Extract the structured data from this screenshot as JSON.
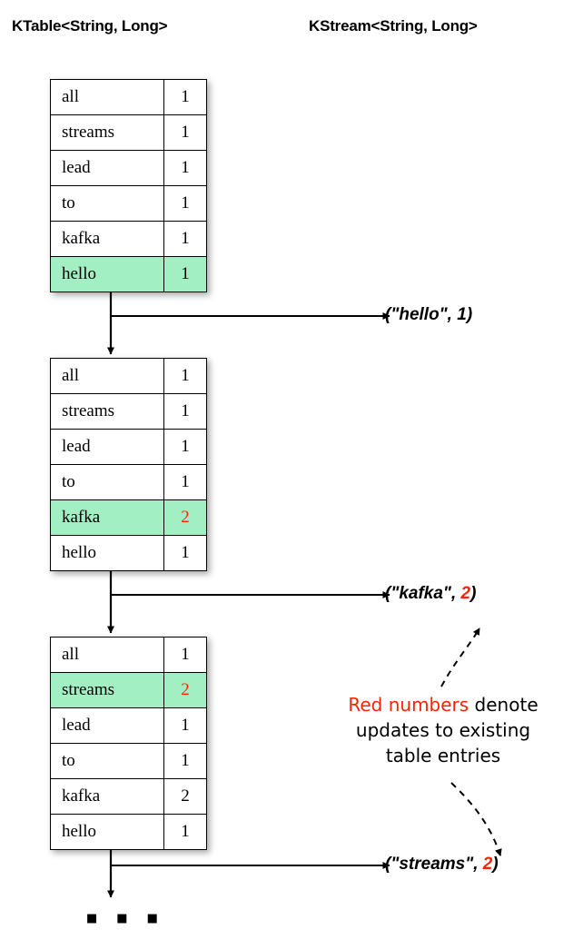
{
  "headers": {
    "ktable": "KTable<String, Long>",
    "kstream": "KStream<String, Long>"
  },
  "columns": [
    "key",
    "value"
  ],
  "tables": [
    {
      "id": "table-1",
      "rows": [
        {
          "key": "all",
          "value": "1",
          "highlight": false,
          "value_red": false
        },
        {
          "key": "streams",
          "value": "1",
          "highlight": false,
          "value_red": false
        },
        {
          "key": "lead",
          "value": "1",
          "highlight": false,
          "value_red": false
        },
        {
          "key": "to",
          "value": "1",
          "highlight": false,
          "value_red": false
        },
        {
          "key": "kafka",
          "value": "1",
          "highlight": false,
          "value_red": false
        },
        {
          "key": "hello",
          "value": "1",
          "highlight": true,
          "value_red": false
        }
      ]
    },
    {
      "id": "table-2",
      "rows": [
        {
          "key": "all",
          "value": "1",
          "highlight": false,
          "value_red": false
        },
        {
          "key": "streams",
          "value": "1",
          "highlight": false,
          "value_red": false
        },
        {
          "key": "lead",
          "value": "1",
          "highlight": false,
          "value_red": false
        },
        {
          "key": "to",
          "value": "1",
          "highlight": false,
          "value_red": false
        },
        {
          "key": "kafka",
          "value": "2",
          "highlight": true,
          "value_red": true
        },
        {
          "key": "hello",
          "value": "1",
          "highlight": false,
          "value_red": false
        }
      ]
    },
    {
      "id": "table-3",
      "rows": [
        {
          "key": "all",
          "value": "1",
          "highlight": false,
          "value_red": false
        },
        {
          "key": "streams",
          "value": "2",
          "highlight": true,
          "value_red": true
        },
        {
          "key": "lead",
          "value": "1",
          "highlight": false,
          "value_red": false
        },
        {
          "key": "to",
          "value": "1",
          "highlight": false,
          "value_red": false
        },
        {
          "key": "kafka",
          "value": "2",
          "highlight": false,
          "value_red": false
        },
        {
          "key": "hello",
          "value": "1",
          "highlight": false,
          "value_red": false
        }
      ]
    }
  ],
  "records": [
    {
      "id": "rec-1",
      "prefix": "(\"hello\", ",
      "number": "1",
      "suffix": ")",
      "number_red": false
    },
    {
      "id": "rec-2",
      "prefix": "(\"kafka\", ",
      "number": "2",
      "suffix": ")",
      "number_red": true
    },
    {
      "id": "rec-3",
      "prefix": "(\"streams\", ",
      "number": "2",
      "suffix": ")",
      "number_red": true
    }
  ],
  "note": {
    "line1_red": "Red numbers",
    "line1_rest": " denote",
    "line2": "updates to existing",
    "line3": "table entries"
  },
  "ellipsis": "▪ ▪ ▪",
  "colors": {
    "highlight_green": "#a3efc4",
    "update_red": "#ff2200",
    "stroke": "#000000",
    "background": "#ffffff"
  }
}
